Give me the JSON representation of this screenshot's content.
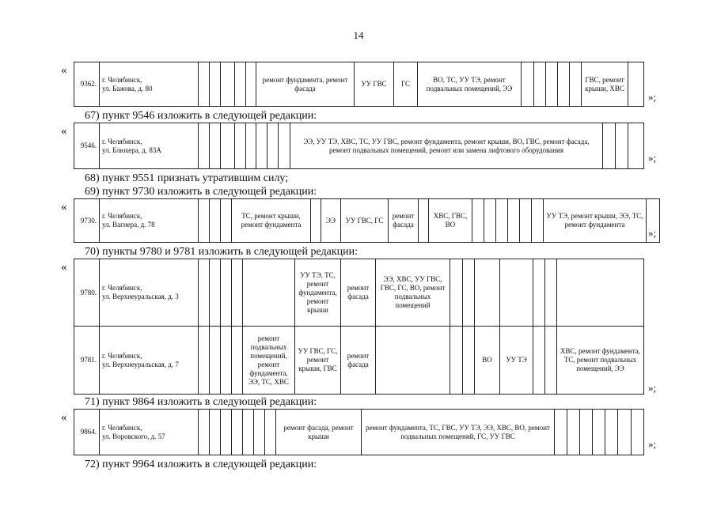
{
  "page_number": "14",
  "open_quote": "«",
  "close_quote": "»;",
  "instructions": {
    "i67": "67) пункт 9546 изложить в следующей редакции:",
    "i68": "68) пункт 9551 признать утратившим силу;",
    "i69": "69) пункт 9730 изложить в следующей редакции:",
    "i70": "70) пункты 9780 и 9781 изложить в следующей редакции:",
    "i71": "71) пункт 9864 изложить в следующей редакции:",
    "i72": "72) пункт 9964 изложить в следующей редакции:"
  },
  "rows": {
    "r9362": {
      "num": "9362.",
      "city": "г. Челябинск,",
      "street": "ул. Бажова, д. 80",
      "c1": "ремонт фундамента, ремонт фасада",
      "c2": "УУ ГВС",
      "c3": "ГС",
      "c4": "ВО, ТС, УУ ТЭ, ремонт подвальных помещений, ЭЭ",
      "c5": "ГВС, ремонт крыши, ХВС"
    },
    "r9546": {
      "num": "9546.",
      "city": "г. Челябинск,",
      "street": "ул. Блюхера, д. 83А",
      "c1": "ЭЭ, УУ ТЭ, ХВС, ТС, УУ ГВС, ремонт фундамента, ремонт крыши, ВО, ГВС, ремонт фасада, ремонт подвальных помещений, ремонт или замена лифтового оборудования"
    },
    "r9730": {
      "num": "9730.",
      "city": "г. Челябинск,",
      "street": "ул. Вагнера, д. 78",
      "c1": "ТС, ремонт крыши, ремонт фундамента",
      "c2": "ЭЭ",
      "c3": "УУ ГВС, ГС",
      "c4": "ремонт фасада",
      "c5": "ХВС, ГВС, ВО",
      "c6": "УУ ТЭ, ремонт крыши, ЭЭ, ТС, ремонт фундамента"
    },
    "r9780": {
      "num": "9780.",
      "city": "г. Челябинск,",
      "street": "ул. Верхнеуральская, д. 3",
      "c1": "УУ ТЭ, ТС, ремонт фундамента, ремонт крыши",
      "c2": "ремонт фасада",
      "c3": "ЭЭ, ХВС, УУ ГВС, ГВС, ГС, ВО, ремонт подвальных помещений"
    },
    "r9781": {
      "num": "9781.",
      "city": "г. Челябинск,",
      "street": "ул. Верхнеуральская, д. 7",
      "c1": "ремонт подвальных помещений, ремонт фундамента, ЭЭ, ТС, ХВС",
      "c2": "УУ ГВС, ГС, ремонт крыши, ГВС",
      "c3": "ремонт фасада",
      "c4": "ВО",
      "c5": "УУ ТЭ",
      "c6": "ХВС, ремонт фундамента, ТС, ремонт подвальных помещений, ЭЭ"
    },
    "r9864": {
      "num": "9864.",
      "city": "г. Челябинск,",
      "street": "ул. Воровского, д. 57",
      "c1": "ремонт фасада, ремонт крыши",
      "c2": "ремонт фундамента, ТС, ГВС, УУ ТЭ, ЭЭ, ХВС, ВО, ремонт подвальных помещений, ГС, УУ ГВС"
    }
  }
}
